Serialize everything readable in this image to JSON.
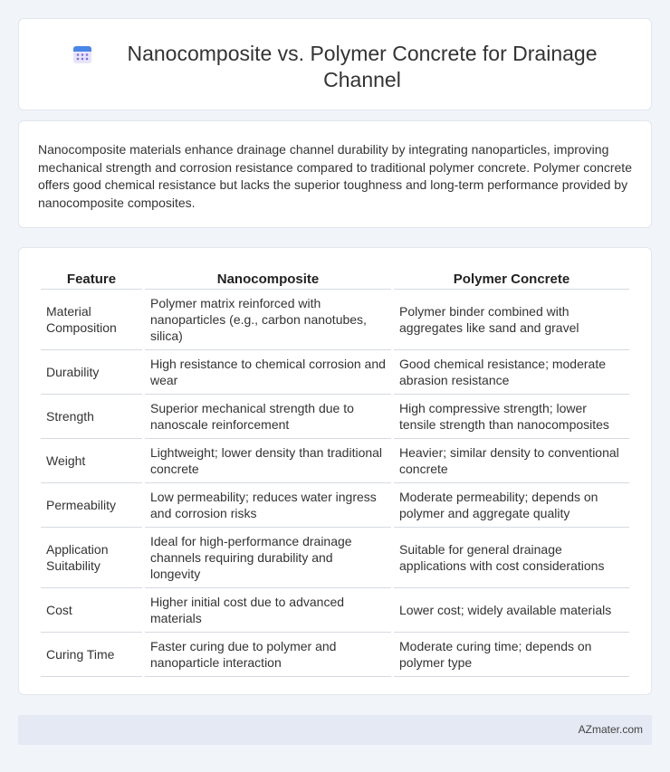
{
  "header": {
    "title": "Nanocomposite vs. Polymer Concrete for Drainage Channel",
    "icon": "calendar-icon"
  },
  "intro": {
    "text": "Nanocomposite materials enhance drainage channel durability by integrating nanoparticles, improving mechanical strength and corrosion resistance compared to traditional polymer concrete. Polymer concrete offers good chemical resistance but lacks the superior toughness and long-term performance provided by nanocomposite composites."
  },
  "table": {
    "headers": [
      "Feature",
      "Nanocomposite",
      "Polymer Concrete"
    ],
    "rows": [
      [
        "Material Composition",
        "Polymer matrix reinforced with nanoparticles (e.g., carbon nanotubes, silica)",
        "Polymer binder combined with aggregates like sand and gravel"
      ],
      [
        "Durability",
        "High resistance to chemical corrosion and wear",
        "Good chemical resistance; moderate abrasion resistance"
      ],
      [
        "Strength",
        "Superior mechanical strength due to nanoscale reinforcement",
        "High compressive strength; lower tensile strength than nanocomposites"
      ],
      [
        "Weight",
        "Lightweight; lower density than traditional concrete",
        "Heavier; similar density to conventional concrete"
      ],
      [
        "Permeability",
        "Low permeability; reduces water ingress and corrosion risks",
        "Moderate permeability; depends on polymer and aggregate quality"
      ],
      [
        "Application Suitability",
        "Ideal for high-performance drainage channels requiring durability and longevity",
        "Suitable for general drainage applications with cost considerations"
      ],
      [
        "Cost",
        "Higher initial cost due to advanced materials",
        "Lower cost; widely available materials"
      ],
      [
        "Curing Time",
        "Faster curing due to polymer and nanoparticle interaction",
        "Moderate curing time; depends on polymer type"
      ]
    ]
  },
  "footer": {
    "site": "AZmater.com"
  },
  "colors": {
    "icon_accent": "#7c6fe0",
    "icon_header": "#4a86e8",
    "background": "#f1f4f9"
  }
}
